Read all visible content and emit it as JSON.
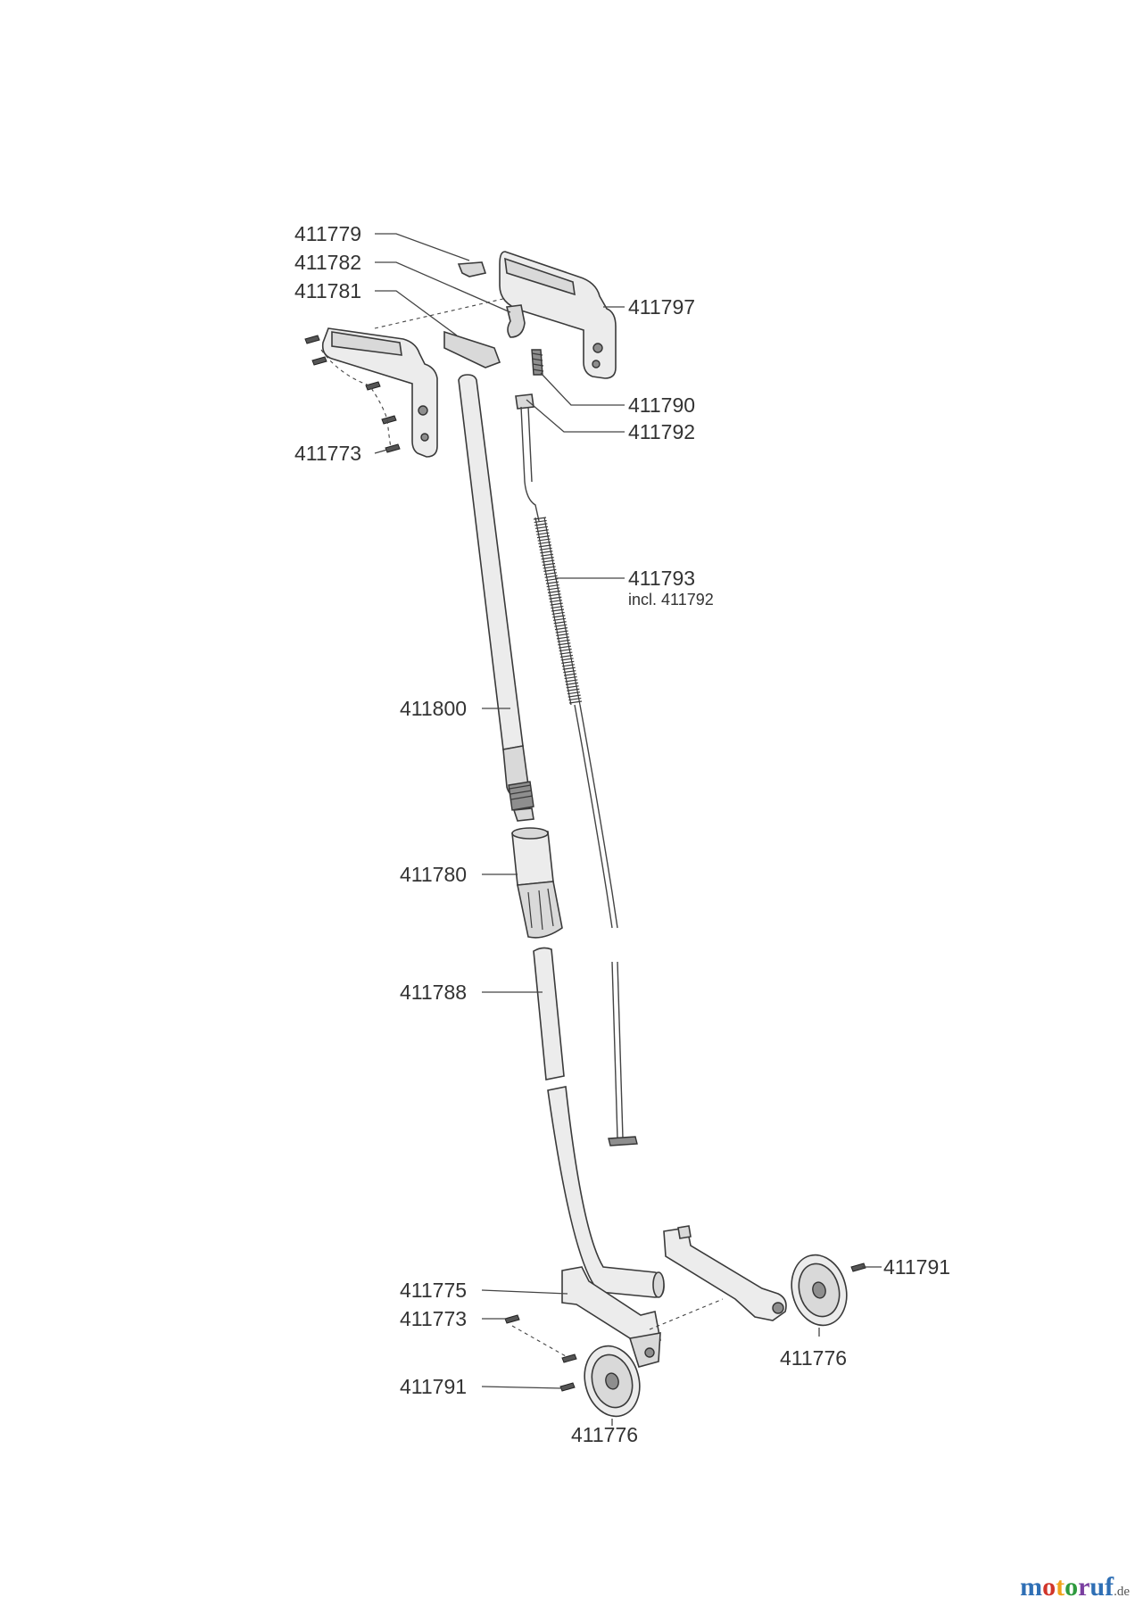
{
  "labels": {
    "p411779": "411779",
    "p411782": "411782",
    "p411781": "411781",
    "p411797": "411797",
    "p411790": "411790",
    "p411792": "411792",
    "p411773_top": "411773",
    "p411793": "411793",
    "p411793_note": "incl. 411792",
    "p411800": "411800",
    "p411780": "411780",
    "p411788": "411788",
    "p411775": "411775",
    "p411773_bottom": "411773",
    "p411791_left": "411791",
    "p411776_left": "411776",
    "p411791_right": "411791",
    "p411776_right": "411776"
  },
  "watermark": {
    "letters": [
      "m",
      "o",
      "t",
      "o",
      "r",
      "uf"
    ],
    "tld": ".de",
    "colors": {
      "blue": "#2f6fb5",
      "red": "#d1352a",
      "orange": "#f0a21a",
      "green": "#2e9a3e",
      "purple": "#7a3fa0"
    }
  }
}
